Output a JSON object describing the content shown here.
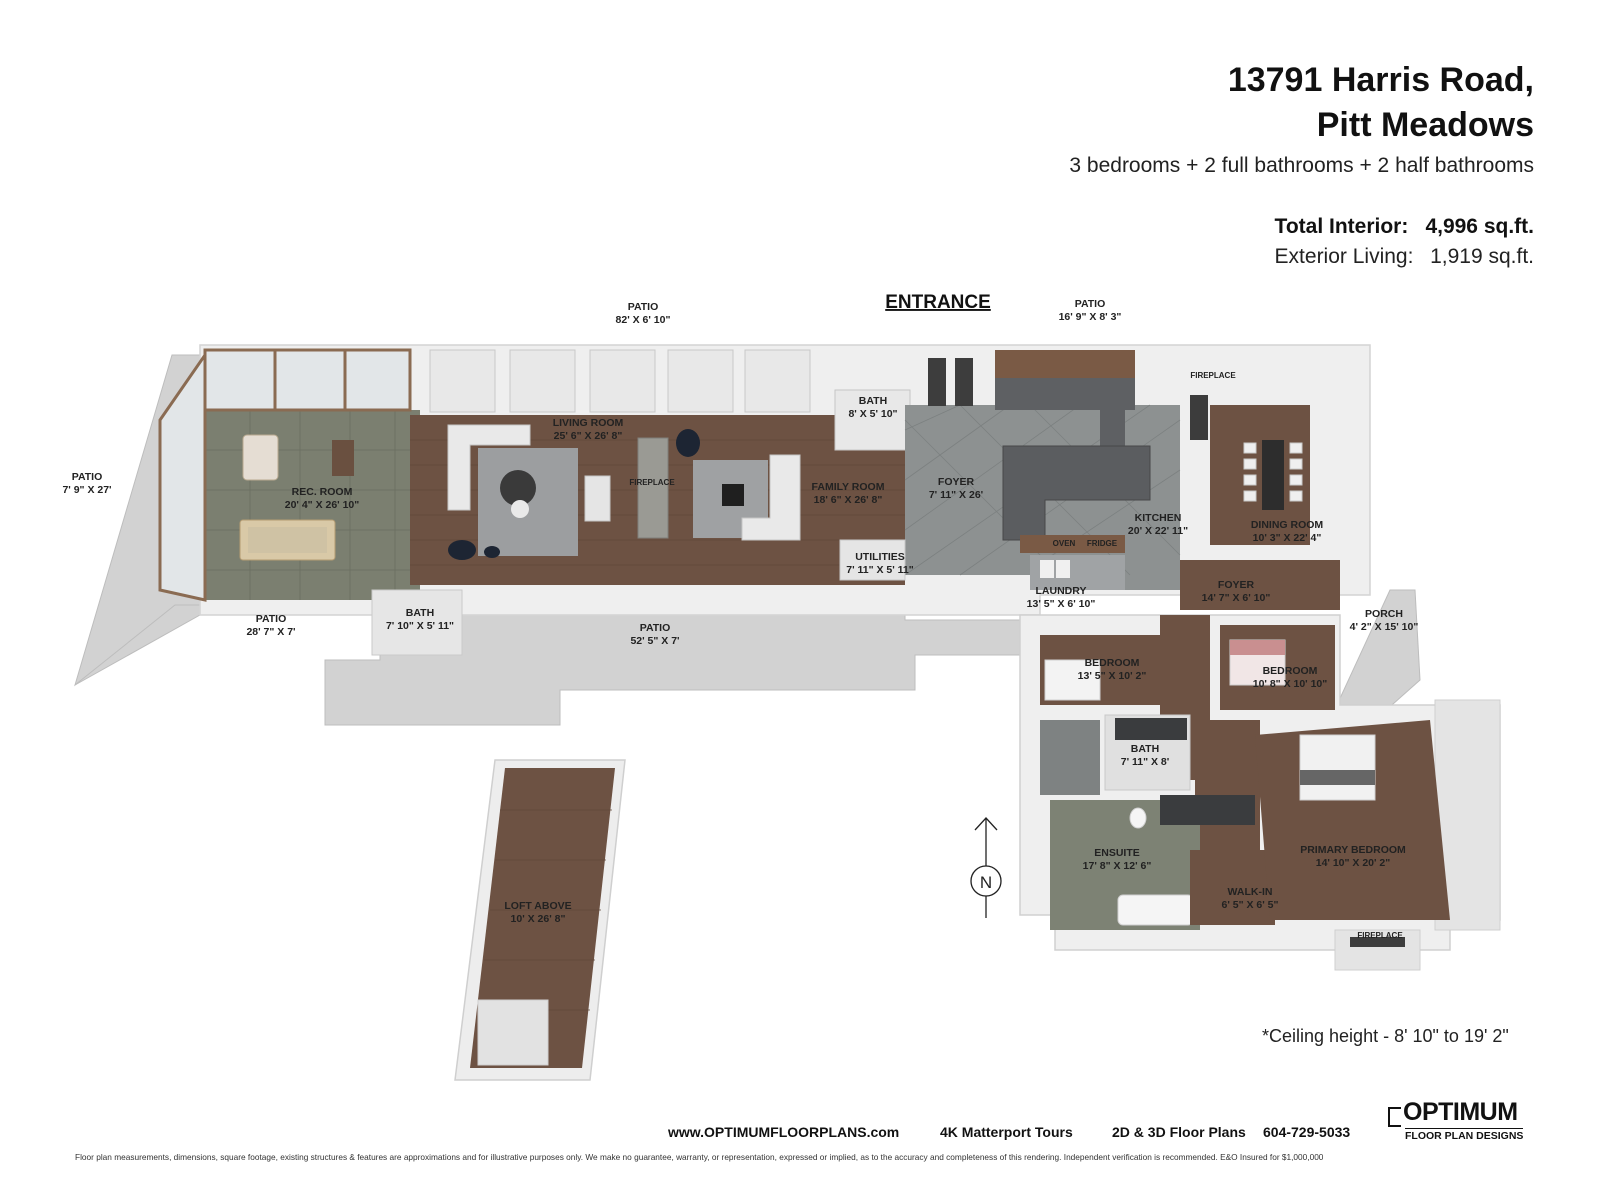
{
  "header": {
    "address_line1": "13791 Harris Road,",
    "address_line2": "Pitt Meadows",
    "summary": "3 bedrooms + 2 full bathrooms + 2 half bathrooms"
  },
  "stats": {
    "interior_label": "Total Interior:",
    "interior_value": "4,996 sq.ft.",
    "exterior_label": "Exterior Living:",
    "exterior_value": "1,919 sq.ft."
  },
  "entrance_label": "ENTRANCE",
  "rooms": {
    "patio_top": {
      "name": "PATIO",
      "dim": "82' X 6' 10\""
    },
    "patio_entry": {
      "name": "PATIO",
      "dim": "16' 9\" X 8' 3\""
    },
    "patio_west": {
      "name": "PATIO",
      "dim": "7' 9\" X 27'"
    },
    "rec_room": {
      "name": "REC. ROOM",
      "dim": "20' 4\" X 26' 10\""
    },
    "living_room": {
      "name": "LIVING ROOM",
      "dim": "25' 6\" X 26' 8\""
    },
    "family_room": {
      "name": "FAMILY ROOM",
      "dim": "18' 6\" X 26' 8\""
    },
    "bath_north": {
      "name": "BATH",
      "dim": "8' X 5' 10\""
    },
    "foyer_main": {
      "name": "FOYER",
      "dim": "7' 11\" X 26'"
    },
    "kitchen": {
      "name": "KITCHEN",
      "dim": "20' X 22' 11\""
    },
    "dining_room": {
      "name": "DINING ROOM",
      "dim": "10' 3\" X 22' 4\""
    },
    "utilities": {
      "name": "UTILITIES",
      "dim": "7' 11\" X 5' 11\""
    },
    "laundry": {
      "name": "LAUNDRY",
      "dim": "13' 5\" X 6' 10\""
    },
    "foyer_east": {
      "name": "FOYER",
      "dim": "14' 7\" X 6' 10\""
    },
    "porch": {
      "name": "PORCH",
      "dim": "4' 2\" X 15' 10\""
    },
    "patio_sw": {
      "name": "PATIO",
      "dim": "28' 7\" X 7'"
    },
    "bath_south": {
      "name": "BATH",
      "dim": "7' 10\" X 5' 11\""
    },
    "patio_south": {
      "name": "PATIO",
      "dim": "52' 5\" X 7'"
    },
    "bedroom_1": {
      "name": "BEDROOM",
      "dim": "13' 5\" X 10' 2\""
    },
    "bedroom_2": {
      "name": "BEDROOM",
      "dim": "10' 8\" X 10' 10\""
    },
    "bath_mid": {
      "name": "BATH",
      "dim": "7' 11\" X 8'"
    },
    "ensuite": {
      "name": "ENSUITE",
      "dim": "17' 8\" X 12' 6\""
    },
    "primary_bedroom": {
      "name": "PRIMARY BEDROOM",
      "dim": "14' 10\" X 20' 2\""
    },
    "walk_in": {
      "name": "WALK-IN",
      "dim": "6' 5\" X 6' 5\""
    },
    "loft": {
      "name": "LOFT ABOVE",
      "dim": "10' X 26' 8\""
    }
  },
  "fixtures": {
    "fireplace": "FIREPLACE",
    "oven": "OVEN",
    "fridge": "FRIDGE"
  },
  "compass_label": "N",
  "ceiling_note": "*Ceiling height - 8' 10\" to 19' 2\"",
  "footer": {
    "website": "www.OPTIMUMFLOORPLANS.com",
    "service1": "4K Matterport Tours",
    "service2": "2D & 3D Floor Plans",
    "phone": "604-729-5033",
    "disclaimer": "Floor plan measurements, dimensions, square footage, existing structures & features are approximations and for illustrative purposes only. We make no guarantee, warranty, or representation, expressed or implied, as to the accuracy and completeness of this rendering. Independent verification is recommended. E&O Insured for $1,000,000"
  },
  "logo": {
    "name": "OPTIMUM",
    "tagline": "FLOOR PLAN DESIGNS"
  },
  "colors": {
    "wood_floor": "#6e5344",
    "tile_floor": "#7d8274",
    "gray_tile": "#8a8f90",
    "patio": "#cfcfcf",
    "wall": "#f4f4f4"
  }
}
